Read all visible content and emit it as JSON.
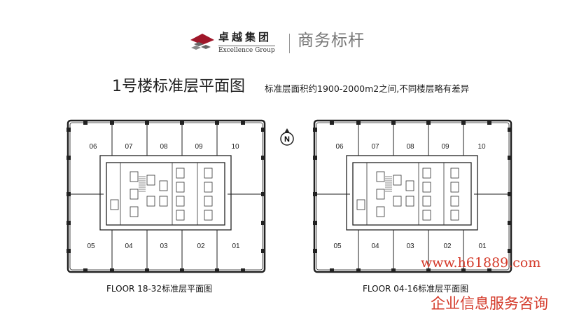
{
  "logo": {
    "name_cn": "卓越集团",
    "name_en": "Excellence Group",
    "brand_color": "#a0172a"
  },
  "slogan": "商务标杆",
  "title": "1号楼标准层平面图",
  "subtitle": "标准层面积约1900-2000m2之间,不同楼层略有差异",
  "compass": {
    "label": "N"
  },
  "plans": [
    {
      "caption": "FLOOR 18-32标准层平面图",
      "units_top": [
        "06",
        "07",
        "08",
        "09",
        "10"
      ],
      "units_bottom": [
        "05",
        "04",
        "03",
        "02",
        "01"
      ]
    },
    {
      "caption": "FLOOR 04-16标准层平面图",
      "units_top": [
        "06",
        "07",
        "08",
        "09",
        "10"
      ],
      "units_bottom": [
        "05",
        "04",
        "03",
        "02",
        "01"
      ]
    }
  ],
  "watermark": {
    "url": "www.h61889.com",
    "text": "企业信息服务咨询",
    "color": "#d43a2a"
  }
}
